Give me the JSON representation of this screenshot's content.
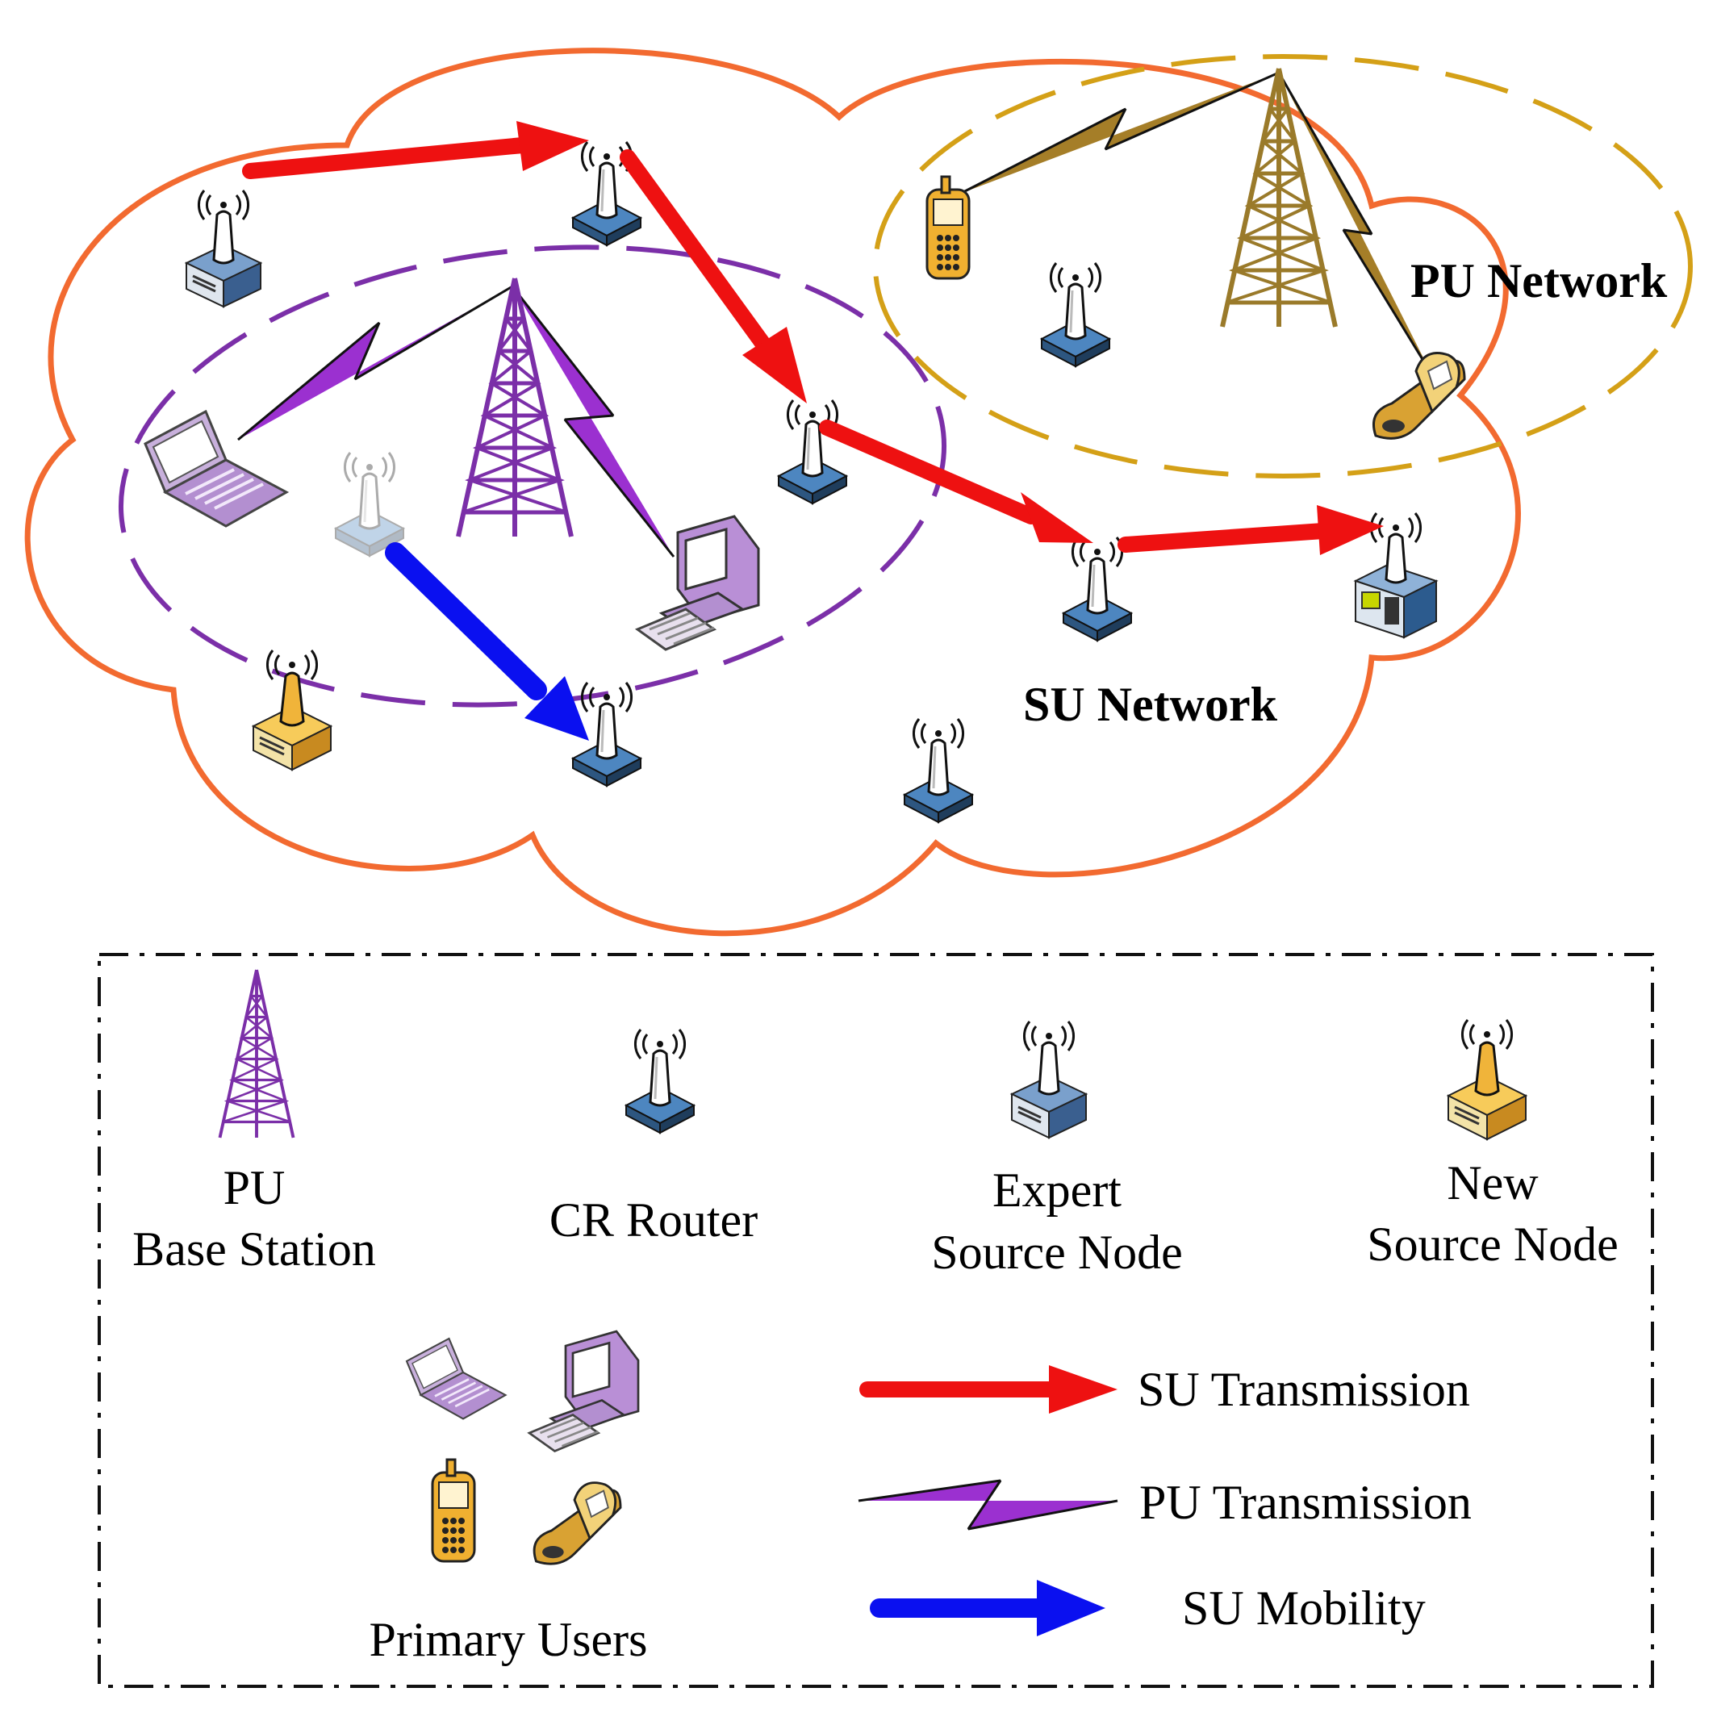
{
  "networks": {
    "su_label": "SU Network",
    "pu_label": "PU Network"
  },
  "legend": {
    "pu_base_station": [
      "PU",
      "Base Station"
    ],
    "cr_router": "CR Router",
    "expert_source_node": [
      "Expert",
      "Source Node"
    ],
    "new_source_node": [
      "New",
      "Source Node"
    ],
    "primary_users": "Primary Users",
    "su_transmission": "SU Transmission",
    "pu_transmission": "PU Transmission",
    "su_mobility": "SU Mobility"
  },
  "colors": {
    "su_cloud": "#f26a30",
    "pu_network_ring": "#d4a017",
    "pu_cell_ring": "#7b2fa8",
    "su_transmission": "#ee1111",
    "pu_transmission": "#9b30d0",
    "su_mobility": "#0a10f0",
    "router_blue": "#3a6fa8",
    "expert_node": "#6a8fba",
    "new_node": "#f0b43a",
    "tower_gold": "#9a7a2a"
  },
  "icons": [
    "tower-icon",
    "cr-router-icon",
    "expert-node-icon",
    "new-node-icon",
    "laptop-icon",
    "desktop-icon",
    "cellphone-icon",
    "flip-phone-icon"
  ]
}
